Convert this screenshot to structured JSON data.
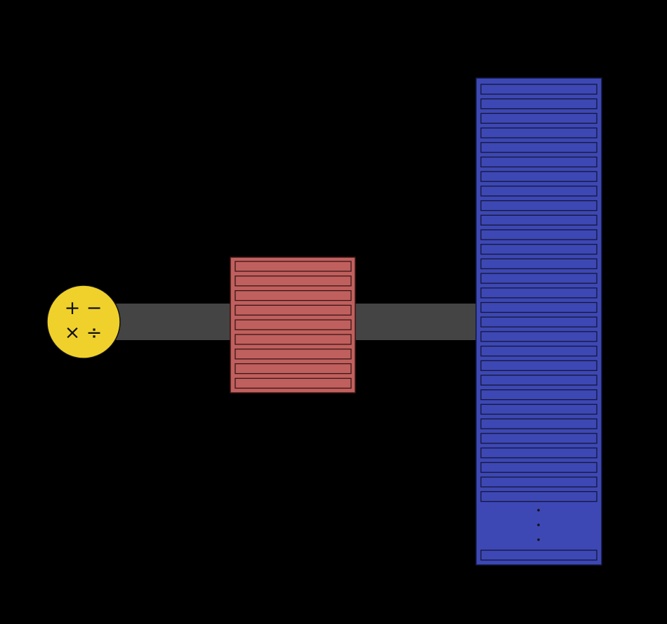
{
  "colors": {
    "background": "#000000",
    "connector": "#444444",
    "alu_fill": "#f0d12b",
    "register_fill": "#c0605e",
    "register_outline": "#3a1514",
    "memory_fill": "#3d48b4",
    "memory_outline": "#14163a"
  },
  "alu": {
    "icon": "arithmetic-operators-icon",
    "ops": [
      "+",
      "−",
      "×",
      "÷"
    ]
  },
  "register_file": {
    "row_count": 9
  },
  "memory": {
    "visible_row_count": 29,
    "trailing_row_count": 1,
    "ellipsis": "⋮"
  }
}
